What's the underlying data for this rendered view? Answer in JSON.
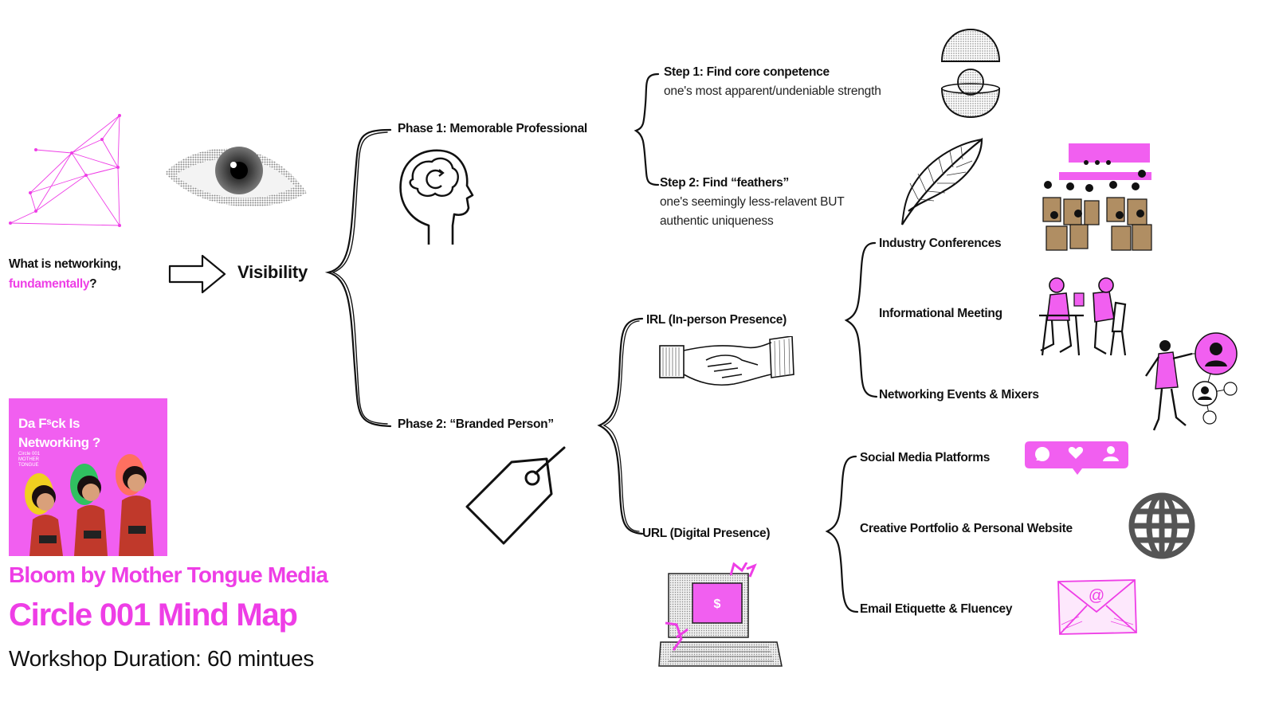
{
  "question": {
    "line1": "What is networking,",
    "highlight": "fundamentally",
    "tail": "?"
  },
  "center": "Visibility",
  "phase1": {
    "label": "Phase 1: Memorable Professional",
    "step1": {
      "title": "Step 1: Find core conpetence",
      "desc": "one's most apparent/undeniable strength"
    },
    "step2": {
      "title": "Step 2: Find “feathers”",
      "desc1": "one's seemingly less-relavent BUT",
      "desc2": "authentic uniqueness"
    }
  },
  "phase2": {
    "label": "Phase 2: “Branded Person”",
    "irl": {
      "label": "IRL (In-person Presence)",
      "items": [
        "Industry Conferences",
        "Informational Meeting",
        "Networking Events & Mixers"
      ]
    },
    "url": {
      "label": "URL (Digital Presence)",
      "items": [
        "Social Media Platforms",
        "Creative Portfolio & Personal Website",
        "Email Etiquette & Fluencey"
      ]
    }
  },
  "cover": {
    "title_line1": "Da Fˢck Is",
    "title_line2": "Networking ?",
    "small1": "Circle 001",
    "small2": "MOTHER",
    "small3": "TONGUE"
  },
  "footer": {
    "brand": "Bloom by Mother Tongue Media",
    "title": "Circle 001 Mind Map",
    "duration": "Workshop Duration: 60 mintues"
  },
  "colors": {
    "accent": "#ee3ee6",
    "ink": "#111111",
    "tan": "#b08e63"
  },
  "icons": [
    "network-graph-icon",
    "eye-icon",
    "arrow-right-icon",
    "brain-head-icon",
    "seed-pod-icon",
    "feather-icon",
    "conference-audience-icon",
    "handshake-icon",
    "meeting-icon",
    "network-person-icon",
    "tag-icon",
    "social-bubble-icon",
    "globe-icon",
    "retro-computer-icon",
    "email-envelope-icon"
  ]
}
